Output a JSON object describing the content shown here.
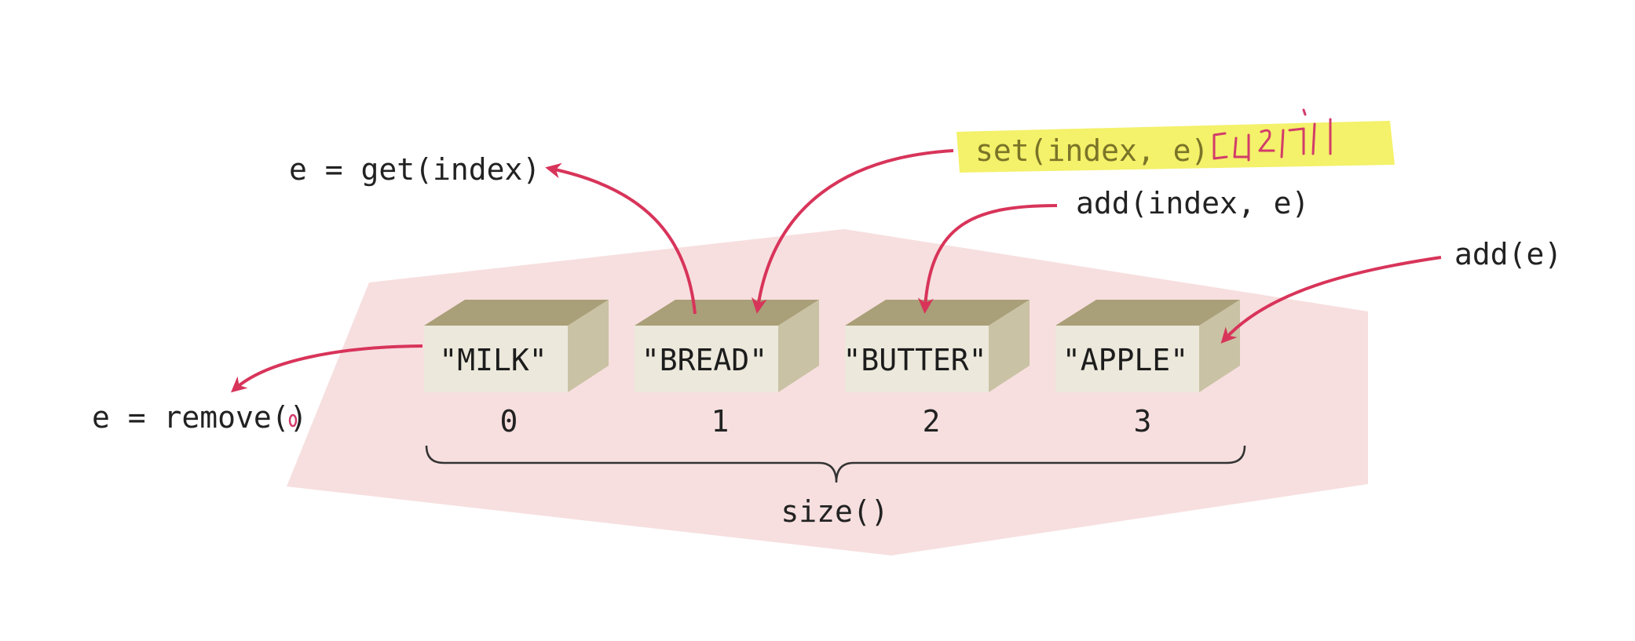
{
  "operations": {
    "get": "e = get(index)",
    "set": "set(index, e)",
    "add_index": "add(index, e)",
    "add": "add(e)",
    "remove": "e = remove()",
    "size": "size()"
  },
  "elements": [
    {
      "value": "\"MILK\"",
      "index": "0"
    },
    {
      "value": "\"BREAD\"",
      "index": "1"
    },
    {
      "value": "\"BUTTER\"",
      "index": "2"
    },
    {
      "value": "\"APPLE\"",
      "index": "3"
    }
  ],
  "colors": {
    "background_region": "#f7dfdf",
    "box_front": "#ece8dc",
    "box_top": "#a99f78",
    "box_side": "#c9c2a4",
    "arrow": "#d8345a",
    "highlight": "#f3f05a",
    "handwriting": "#d23c6a"
  }
}
